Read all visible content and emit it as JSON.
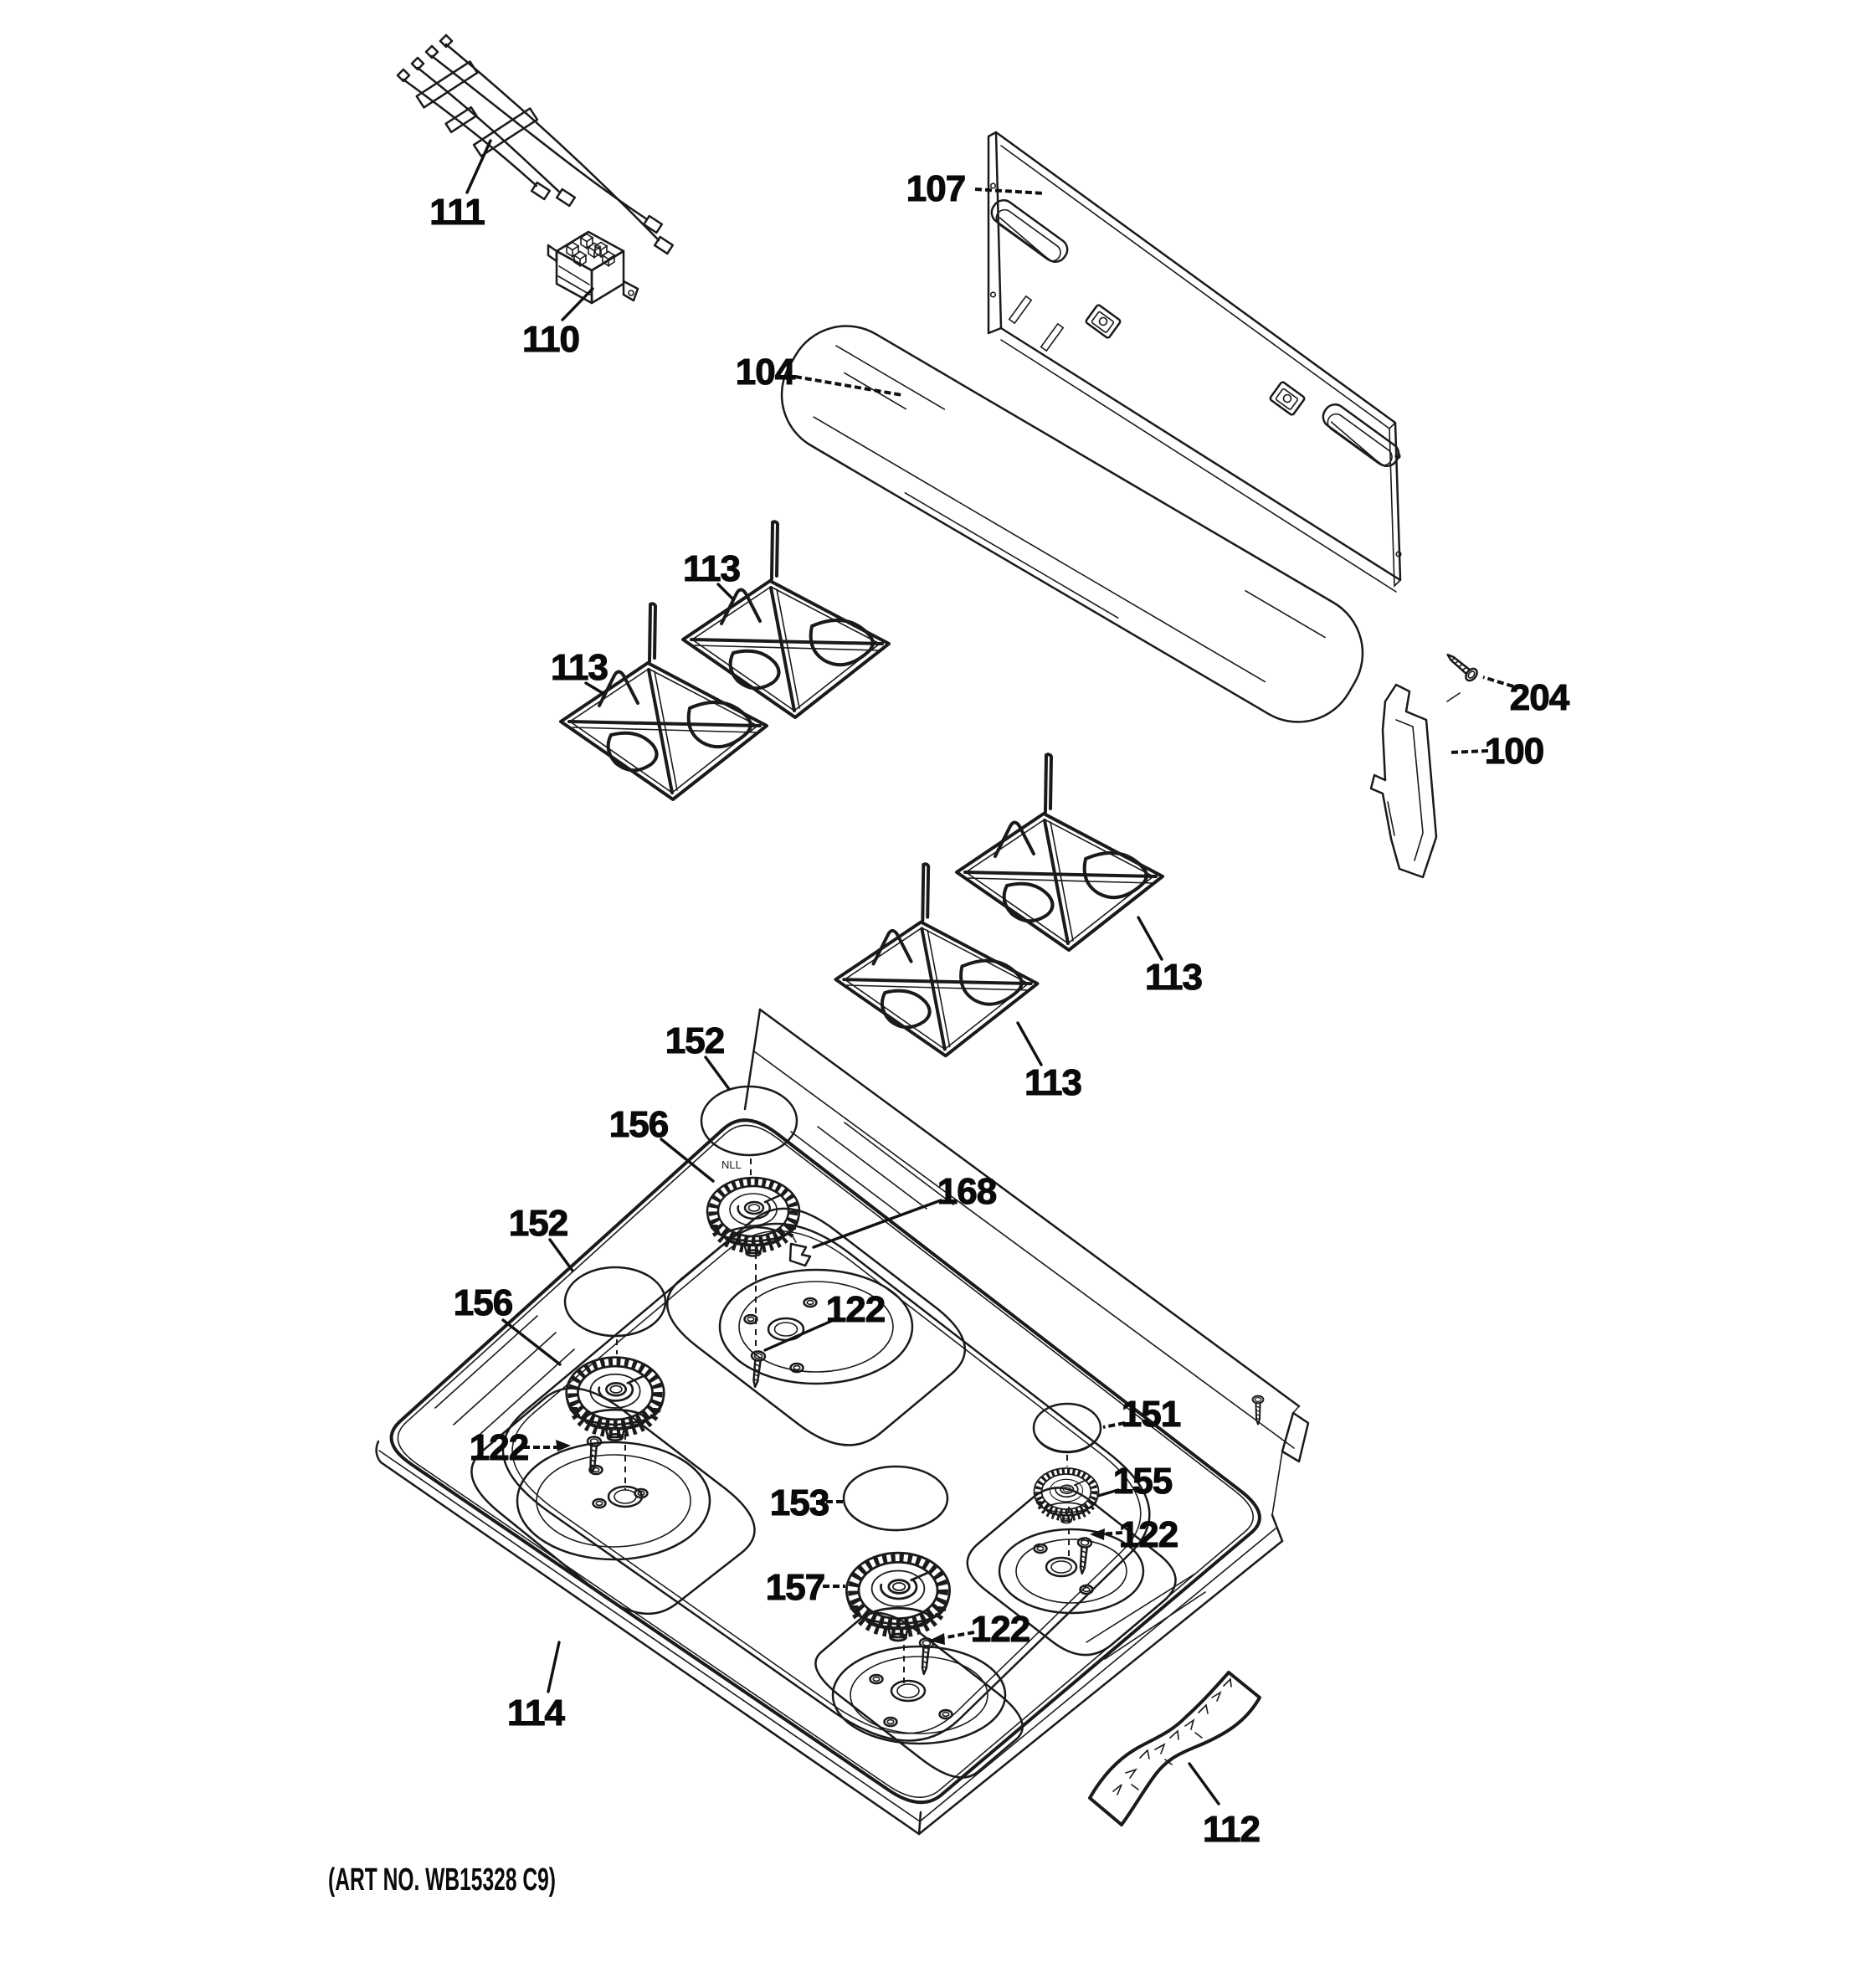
{
  "diagram": {
    "art_number": "(ART NO. WB15328 C9)",
    "molded_marking": "NLL",
    "colors": {
      "background": "#ffffff",
      "line": "#1a1a1a",
      "text": "#0a0a0a"
    },
    "callouts": [
      {
        "label": "111"
      },
      {
        "label": "110"
      },
      {
        "label": "107"
      },
      {
        "label": "104"
      },
      {
        "label": "113"
      },
      {
        "label": "113"
      },
      {
        "label": "204"
      },
      {
        "label": "100"
      },
      {
        "label": "113"
      },
      {
        "label": "113"
      },
      {
        "label": "152"
      },
      {
        "label": "156"
      },
      {
        "label": "168"
      },
      {
        "label": "152"
      },
      {
        "label": "122"
      },
      {
        "label": "156"
      },
      {
        "label": "122"
      },
      {
        "label": "151"
      },
      {
        "label": "153"
      },
      {
        "label": "155"
      },
      {
        "label": "122"
      },
      {
        "label": "157"
      },
      {
        "label": "122"
      },
      {
        "label": "114"
      },
      {
        "label": "112"
      }
    ]
  }
}
